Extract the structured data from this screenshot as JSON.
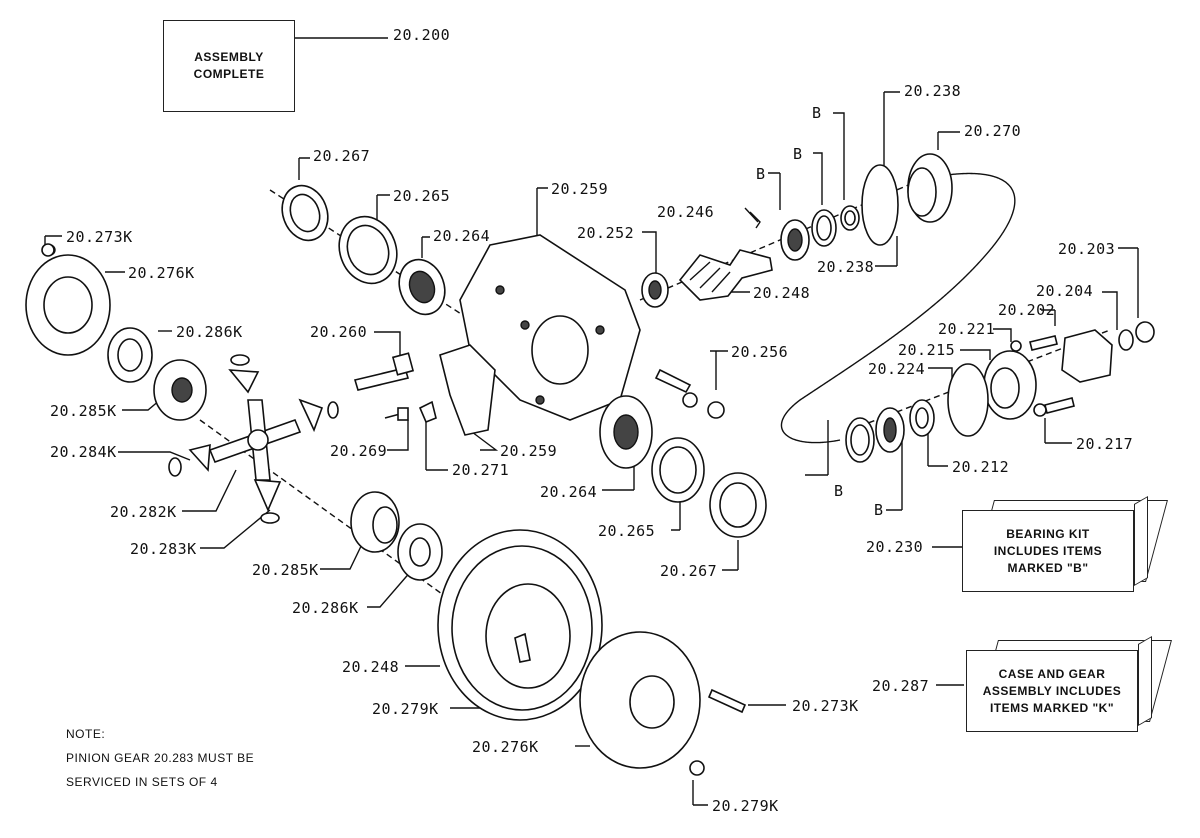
{
  "diagram": {
    "boxes": {
      "assembly_complete": "ASSEMBLY\nCOMPLETE",
      "bearing_kit": "BEARING KIT\nINCLUDES ITEMS\nMARKED \"B\"",
      "case_gear": "CASE AND GEAR\nASSEMBLY INCLUDES\nITEMS MARKED \"K\""
    },
    "note": {
      "heading": "NOTE:",
      "line1": "PINION GEAR 20.283 MUST BE",
      "line2": "SERVICED IN SETS OF 4"
    },
    "part_labels": [
      "20.200",
      "20.238",
      "20.270",
      "20.267",
      "20.265",
      "20.264",
      "20.259",
      "20.246",
      "20.252",
      "20.273K",
      "20.276K",
      "20.238",
      "20.248",
      "20.203",
      "20.204",
      "20.202",
      "20.286K",
      "20.221",
      "20.260",
      "20.256",
      "20.215",
      "20.224",
      "20.285K",
      "20.269",
      "20.271",
      "20.259",
      "20.217",
      "20.284K",
      "20.212",
      "20.264",
      "20.282K",
      "20.265",
      "20.230",
      "20.283K",
      "20.285K",
      "20.267",
      "20.286K",
      "20.248",
      "20.287",
      "20.279K",
      "20.273K",
      "20.276K",
      "20.279K"
    ],
    "b_markers": [
      "B",
      "B",
      "B",
      "B",
      "B"
    ]
  }
}
